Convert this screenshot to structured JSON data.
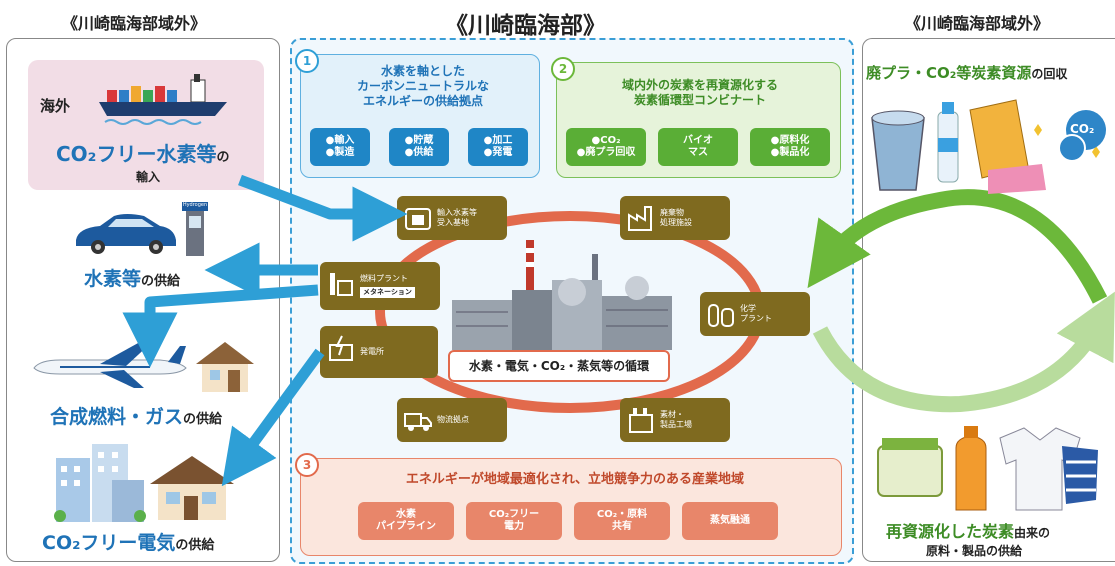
{
  "headers": {
    "left": "《川崎臨海部域外》",
    "center": "《川崎臨海部》",
    "right": "《川崎臨海部域外》"
  },
  "left": {
    "import_box": {
      "overseas": "海外",
      "title_main": "CO₂フリー水素等",
      "title_suffix": "の",
      "subtitle": "輸入"
    },
    "hydrogen_supply": {
      "main": "水素等",
      "suffix": "の供給"
    },
    "fuel_supply": {
      "main": "合成燃料・ガス",
      "suffix": "の供給"
    },
    "power_supply": {
      "main": "CO₂フリー電気",
      "suffix": "の供給"
    },
    "station_label": "Hydrogen"
  },
  "center": {
    "box1": {
      "number": "1",
      "title": "水素を軸とした\nカーボンニュートラルな\nエネルギーの供給拠点",
      "chips": [
        "●輸入\n●製造",
        "●貯蔵\n●供給",
        "●加工\n●発電"
      ]
    },
    "box2": {
      "number": "2",
      "title": "域内外の炭素を再資源化する\n炭素循環型コンビナート",
      "chips": [
        "●CO₂\n●廃プラ回収",
        "バイオ\nマス",
        "●原料化\n●製品化"
      ]
    },
    "facilities": [
      {
        "id": "import-base",
        "label": "輸入水素等\n受入基地",
        "icon": "tank-icon"
      },
      {
        "id": "waste-plant",
        "label": "廃棄物\n処理施設",
        "icon": "factory-icon"
      },
      {
        "id": "fuel-plant",
        "label": "燃料プラント",
        "tag": "メタネーション",
        "icon": "fuel-plant-icon"
      },
      {
        "id": "chemical-plant",
        "label": "化学\nプラント",
        "icon": "chemical-tank-icon"
      },
      {
        "id": "power-plant",
        "label": "発電所",
        "icon": "power-plant-icon"
      },
      {
        "id": "logistics",
        "label": "物流拠点",
        "icon": "truck-icon"
      },
      {
        "id": "materials-factory",
        "label": "素材・\n製品工場",
        "icon": "materials-factory-icon"
      }
    ],
    "cycle_label": "水素・電気・CO₂・蒸気等の循環",
    "box3": {
      "number": "3",
      "title": "エネルギーが地域最適化され、立地競争力のある産業地域",
      "chips": [
        "水素\nパイプライン",
        "CO₂フリー\n電力",
        "CO₂・原料\n共有",
        "蒸気融通"
      ]
    }
  },
  "right": {
    "collect_main": "廃プラ・CO₂等炭素資源",
    "collect_suffix": "の回収",
    "co2_bubble": "CO₂",
    "recycled_main": "再資源化した炭素",
    "recycled_suffix": "由来の",
    "recycled_line2": "原料・製品の供給"
  },
  "colors": {
    "blue_arrow": "#2e9fd6",
    "green_arrow": "#6cb83a",
    "orange_ring": "#e26a4c",
    "facility": "#7f6a1f",
    "box1_bg": "#e2f1fa",
    "box2_bg": "#e6f3da",
    "box3_bg": "#fbe6dd",
    "import_bg": "#f2dde6"
  }
}
